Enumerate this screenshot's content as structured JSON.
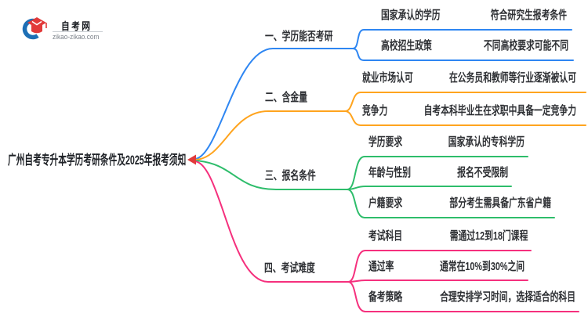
{
  "logo": {
    "site_name": "自考网",
    "site_url": "zikao-zikao.com"
  },
  "center": {
    "title": "广州自考专升本学历考研条件及2025年报考须知"
  },
  "colors": {
    "branch_1_blue": "#2E86F2",
    "branch_2_orange": "#FFA41E",
    "branch_3_green": "#2EBD6B",
    "branch_4_pink": "#F5307D",
    "accent_red": "#E23A3A",
    "logo_blue": "#1D6FB5",
    "text_dark": "#2D2F33"
  },
  "branches": [
    {
      "label": "一、学历能否考研",
      "color": "#2E86F2",
      "children": [
        {
          "label": "国家承认的学历",
          "desc": "符合研究生报考条件"
        },
        {
          "label": "高校招生政策",
          "desc": "不同高校要求可能不同"
        }
      ]
    },
    {
      "label": "二、含金量",
      "color": "#FFA41E",
      "children": [
        {
          "label": "就业市场认可",
          "desc": "在公务员和教师等行业逐渐被认可"
        },
        {
          "label": "竞争力",
          "desc": "自考本科毕业生在求职中具备一定竞争力"
        }
      ]
    },
    {
      "label": "三、报名条件",
      "color": "#2EBD6B",
      "children": [
        {
          "label": "学历要求",
          "desc": "国家承认的专科学历"
        },
        {
          "label": "年龄与性别",
          "desc": "报名不受限制"
        },
        {
          "label": "户籍要求",
          "desc": "部分考生需具备广东省户籍"
        }
      ]
    },
    {
      "label": "四、考试难度",
      "color": "#F5307D",
      "children": [
        {
          "label": "考试科目",
          "desc": "需通过12到18门课程"
        },
        {
          "label": "通过率",
          "desc": "通常在10%到30%之间"
        },
        {
          "label": "备考策略",
          "desc": "合理安排学习时间，选择适合的科目"
        }
      ]
    }
  ]
}
